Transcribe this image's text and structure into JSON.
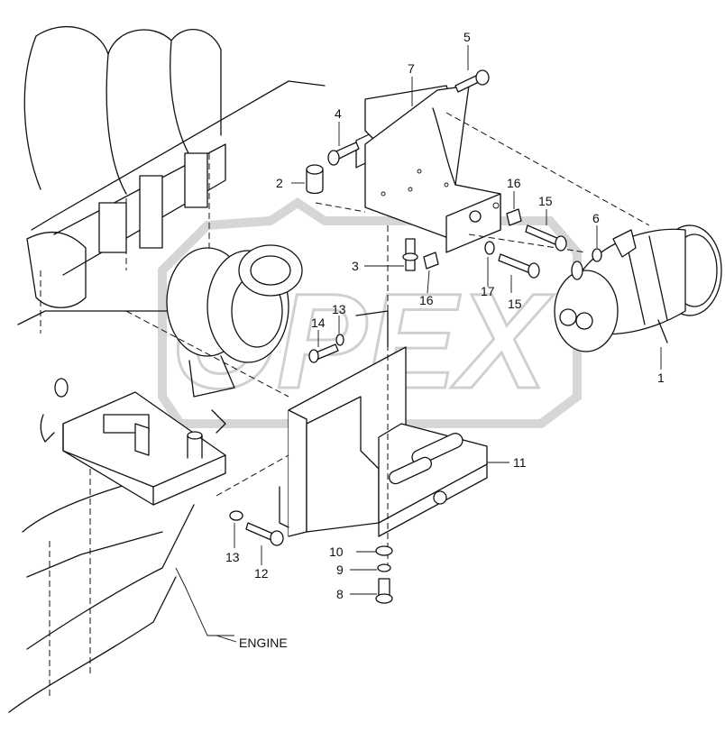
{
  "diagram": {
    "callouts": [
      {
        "id": "callout-1",
        "text": "1"
      },
      {
        "id": "callout-2",
        "text": "2"
      },
      {
        "id": "callout-3",
        "text": "3"
      },
      {
        "id": "callout-4",
        "text": "4"
      },
      {
        "id": "callout-5",
        "text": "5"
      },
      {
        "id": "callout-6",
        "text": "6"
      },
      {
        "id": "callout-7",
        "text": "7"
      },
      {
        "id": "callout-8",
        "text": "8"
      },
      {
        "id": "callout-9",
        "text": "9"
      },
      {
        "id": "callout-10",
        "text": "10"
      },
      {
        "id": "callout-11",
        "text": "11"
      },
      {
        "id": "callout-12",
        "text": "12"
      },
      {
        "id": "callout-13a",
        "text": "13"
      },
      {
        "id": "callout-13b",
        "text": "13"
      },
      {
        "id": "callout-14",
        "text": "14"
      },
      {
        "id": "callout-15a",
        "text": "15"
      },
      {
        "id": "callout-15b",
        "text": "15"
      },
      {
        "id": "callout-16a",
        "text": "16"
      },
      {
        "id": "callout-16b",
        "text": "16"
      },
      {
        "id": "callout-17",
        "text": "17"
      }
    ],
    "engine_label": "ENGINE",
    "watermark_text": "OPEX"
  }
}
